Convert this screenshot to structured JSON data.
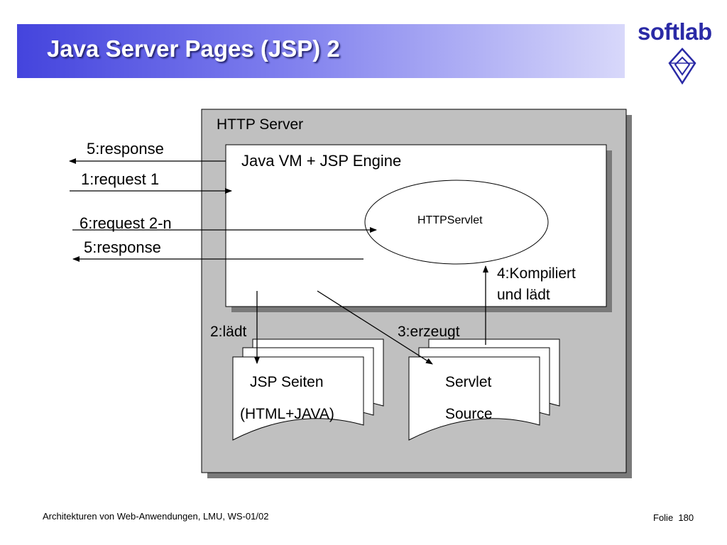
{
  "slide": {
    "title": "Java Server Pages (JSP) 2",
    "logo_text": "softlab"
  },
  "diagram": {
    "http_server_label": "HTTP Server",
    "jvm_label": "Java VM + JSP Engine",
    "servlet_label": "HTTPServlet",
    "step_5_response_top": "5:response",
    "step_1_request": "1:request 1",
    "step_6_request": "6:request 2-n",
    "step_5_response_bottom": "5:response",
    "step_4_line1": "4:Kompiliert",
    "step_4_line2": "und lädt",
    "step_2": "2:lädt",
    "step_3": "3:erzeugt",
    "jsp_doc_line1": "JSP Seiten",
    "jsp_doc_line2": "(HTML+JAVA)",
    "servlet_doc_line1": "Servlet",
    "servlet_doc_line2": "Source"
  },
  "footer": {
    "course": "Architekturen von Web-Anwendungen, LMU, WS-01/02",
    "slide_label": "Folie",
    "slide_number": "180"
  },
  "colors": {
    "title_gradient_start": "#4444dd",
    "title_gradient_end": "#d8d8fa",
    "logo": "#2a2aa6",
    "server_box": "#c0c0c0"
  }
}
